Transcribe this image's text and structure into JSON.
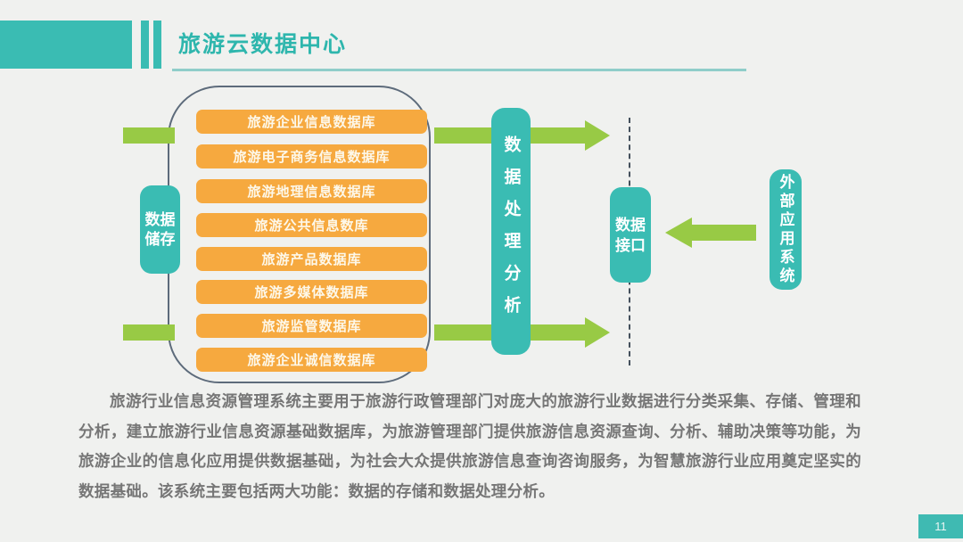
{
  "header": {
    "title": "旅游云数据中心"
  },
  "diagram": {
    "storage_box": "数据储存",
    "databases": [
      "旅游企业信息数据库",
      "旅游电子商务信息数据库",
      "旅游地理信息数据库",
      "旅游公共信息数库",
      "旅游产品数据库",
      "旅游多媒体数据库",
      "旅游监管数据库",
      "旅游企业诚信数据库"
    ],
    "processing_box": "数据处理分析",
    "interface_box": "数据接口",
    "external_box": "外部应用系统"
  },
  "paragraph": "旅游行业信息资源管理系统主要用于旅游行政管理部门对庞大的旅游行业数据进行分类采集、存储、管理和分析，建立旅游行业信息资源基础数据库，为旅游管理部门提供旅游信息资源查询、分析、辅助决策等功能，为旅游企业的信息化应用提供数据基础，为社会大众提供旅游信息查询咨询服务，为智慧旅游行业应用奠定坚实的数据基础。该系统主要包括两大功能：数据的存储和数据处理分析。",
  "page_number": "11",
  "colors": {
    "teal": "#3ABCB3",
    "title_teal": "#2EB6AD",
    "green_arrow": "#98CA45",
    "orange_bar": "#F6A93F",
    "container_border": "#5D6B7B",
    "background": "#F0F1EF",
    "paragraph_gray": "#767676"
  }
}
